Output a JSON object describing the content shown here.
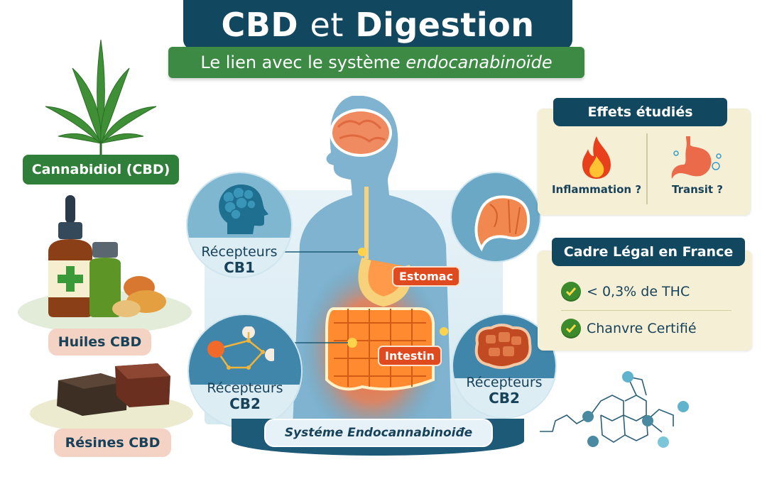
{
  "header": {
    "title_part1": "CBD",
    "title_part2": "et",
    "title_part3": "Digestion",
    "subtitle_part1": "Le lien avec le système",
    "subtitle_part2": "endocanabinoïde"
  },
  "left": {
    "leaf_icon": "cannabis-leaf-icon",
    "cbd_label": "Cannabidiol (CBD)",
    "products": [
      {
        "label": "Huiles CBD",
        "icon": "oil-bottles-icon"
      },
      {
        "label": "Résines CBD",
        "icon": "resin-blocks-icon"
      }
    ]
  },
  "center": {
    "receptors": [
      {
        "line1": "Récepteurs",
        "line2": "CB1",
        "icon": "brain-head-icon"
      },
      {
        "line1": "Récepteurs",
        "line2": "CB2",
        "icon": "molecule-node-icon"
      },
      {
        "line1": "Récepteurs",
        "line2": "CB2",
        "icon": "tissue-cells-icon"
      }
    ],
    "organ_tags": {
      "stomach": "Estomac",
      "intestine": "Intestin"
    },
    "system_label": "Systéme Endocannabinoiđe"
  },
  "right": {
    "effets": {
      "title": "Effets étudiés",
      "items": [
        {
          "label": "Inflammation ?",
          "icon": "fire-icon"
        },
        {
          "label": "Transit ?",
          "icon": "stomach-icon"
        }
      ]
    },
    "legal": {
      "title": "Cadre Légal en France",
      "items": [
        {
          "label": "< 0,3% de THC",
          "icon": "check-icon"
        },
        {
          "label": "Chanvre Certifié",
          "icon": "check-icon"
        }
      ]
    }
  },
  "colors": {
    "navy": "#11475f",
    "green": "#3c8a44",
    "organ_orange": "#e04a1f",
    "panel_cream": "#f5efd6",
    "label_peach": "#f4d2c4"
  }
}
